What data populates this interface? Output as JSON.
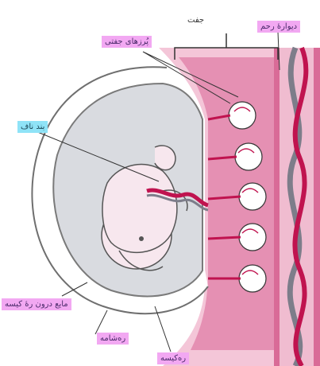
{
  "labels": {
    "placenta": "جفت",
    "uterine_wall": "دیوارهٔ رحم",
    "chorionic_villi": "پُرزهای جفتی",
    "umbilical_cord": "بند ناف",
    "amniotic_fluid": "مایع درون رهٔ کیسه",
    "chorion": "ره‌شامه",
    "amnion": "ره‌کیسه"
  },
  "colors": {
    "uterus_tissue": "#f4c6d8",
    "uterus_dark": "#c9457e",
    "blood_vessel": "#c0134f",
    "vessel_gray": "#7d7d8a",
    "amniotic_sac": "#d9dbe0",
    "fetus": "#f7e7ee",
    "label_pink": "#f2a8f2",
    "label_cyan": "#8fe3f7"
  }
}
